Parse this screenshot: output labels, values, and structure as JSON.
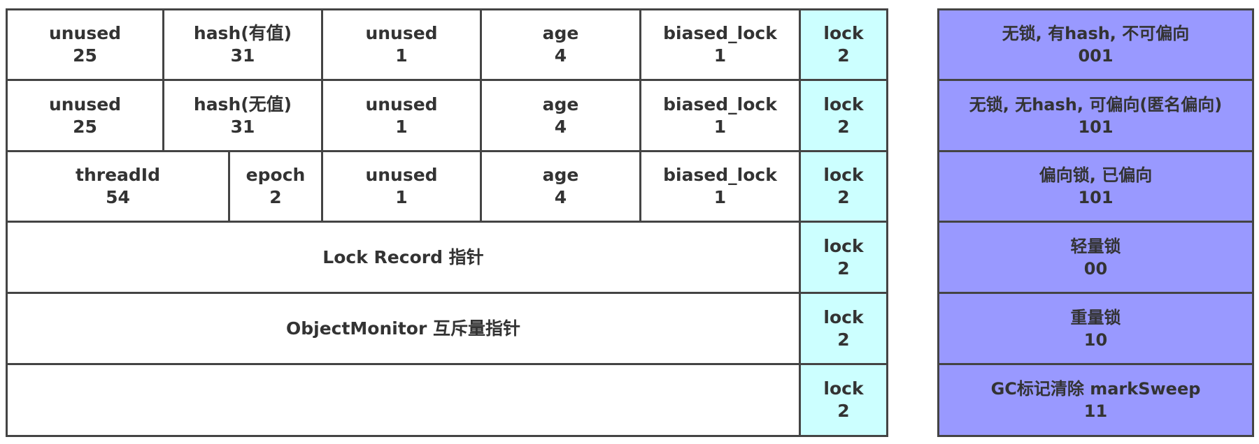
{
  "rows": [
    {
      "fields": [
        {
          "name": "unused",
          "bits": "25"
        },
        {
          "name": "hash(有值)",
          "bits": "31"
        },
        {
          "name": "unused",
          "bits": "1"
        },
        {
          "name": "age",
          "bits": "4"
        },
        {
          "name": "biased_lock",
          "bits": "1"
        }
      ],
      "lock": {
        "name": "lock",
        "bits": "2"
      },
      "state": {
        "desc": "无锁, 有hash, 不可偏向",
        "code": "001"
      }
    },
    {
      "fields": [
        {
          "name": "unused",
          "bits": "25"
        },
        {
          "name": "hash(无值)",
          "bits": "31"
        },
        {
          "name": "unused",
          "bits": "1"
        },
        {
          "name": "age",
          "bits": "4"
        },
        {
          "name": "biased_lock",
          "bits": "1"
        }
      ],
      "lock": {
        "name": "lock",
        "bits": "2"
      },
      "state": {
        "desc": "无锁, 无hash, 可偏向(匿名偏向)",
        "code": "101"
      }
    },
    {
      "fields": [
        {
          "name": "threadId",
          "bits": "54"
        },
        {
          "name": "epoch",
          "bits": "2"
        },
        {
          "name": "unused",
          "bits": "1"
        },
        {
          "name": "age",
          "bits": "4"
        },
        {
          "name": "biased_lock",
          "bits": "1"
        }
      ],
      "lock": {
        "name": "lock",
        "bits": "2"
      },
      "state": {
        "desc": "偏向锁, 已偏向",
        "code": "101"
      }
    },
    {
      "fields": [
        {
          "name": "Lock Record 指针"
        }
      ],
      "lock": {
        "name": "lock",
        "bits": "2"
      },
      "state": {
        "desc": "轻量锁",
        "code": "00"
      }
    },
    {
      "fields": [
        {
          "name": "ObjectMonitor 互斥量指针"
        }
      ],
      "lock": {
        "name": "lock",
        "bits": "2"
      },
      "state": {
        "desc": "重量锁",
        "code": "10"
      }
    },
    {
      "fields": [
        {
          "name": ""
        }
      ],
      "lock": {
        "name": "lock",
        "bits": "2"
      },
      "state": {
        "desc": "GC标记清除 markSweep",
        "code": "11"
      }
    }
  ]
}
